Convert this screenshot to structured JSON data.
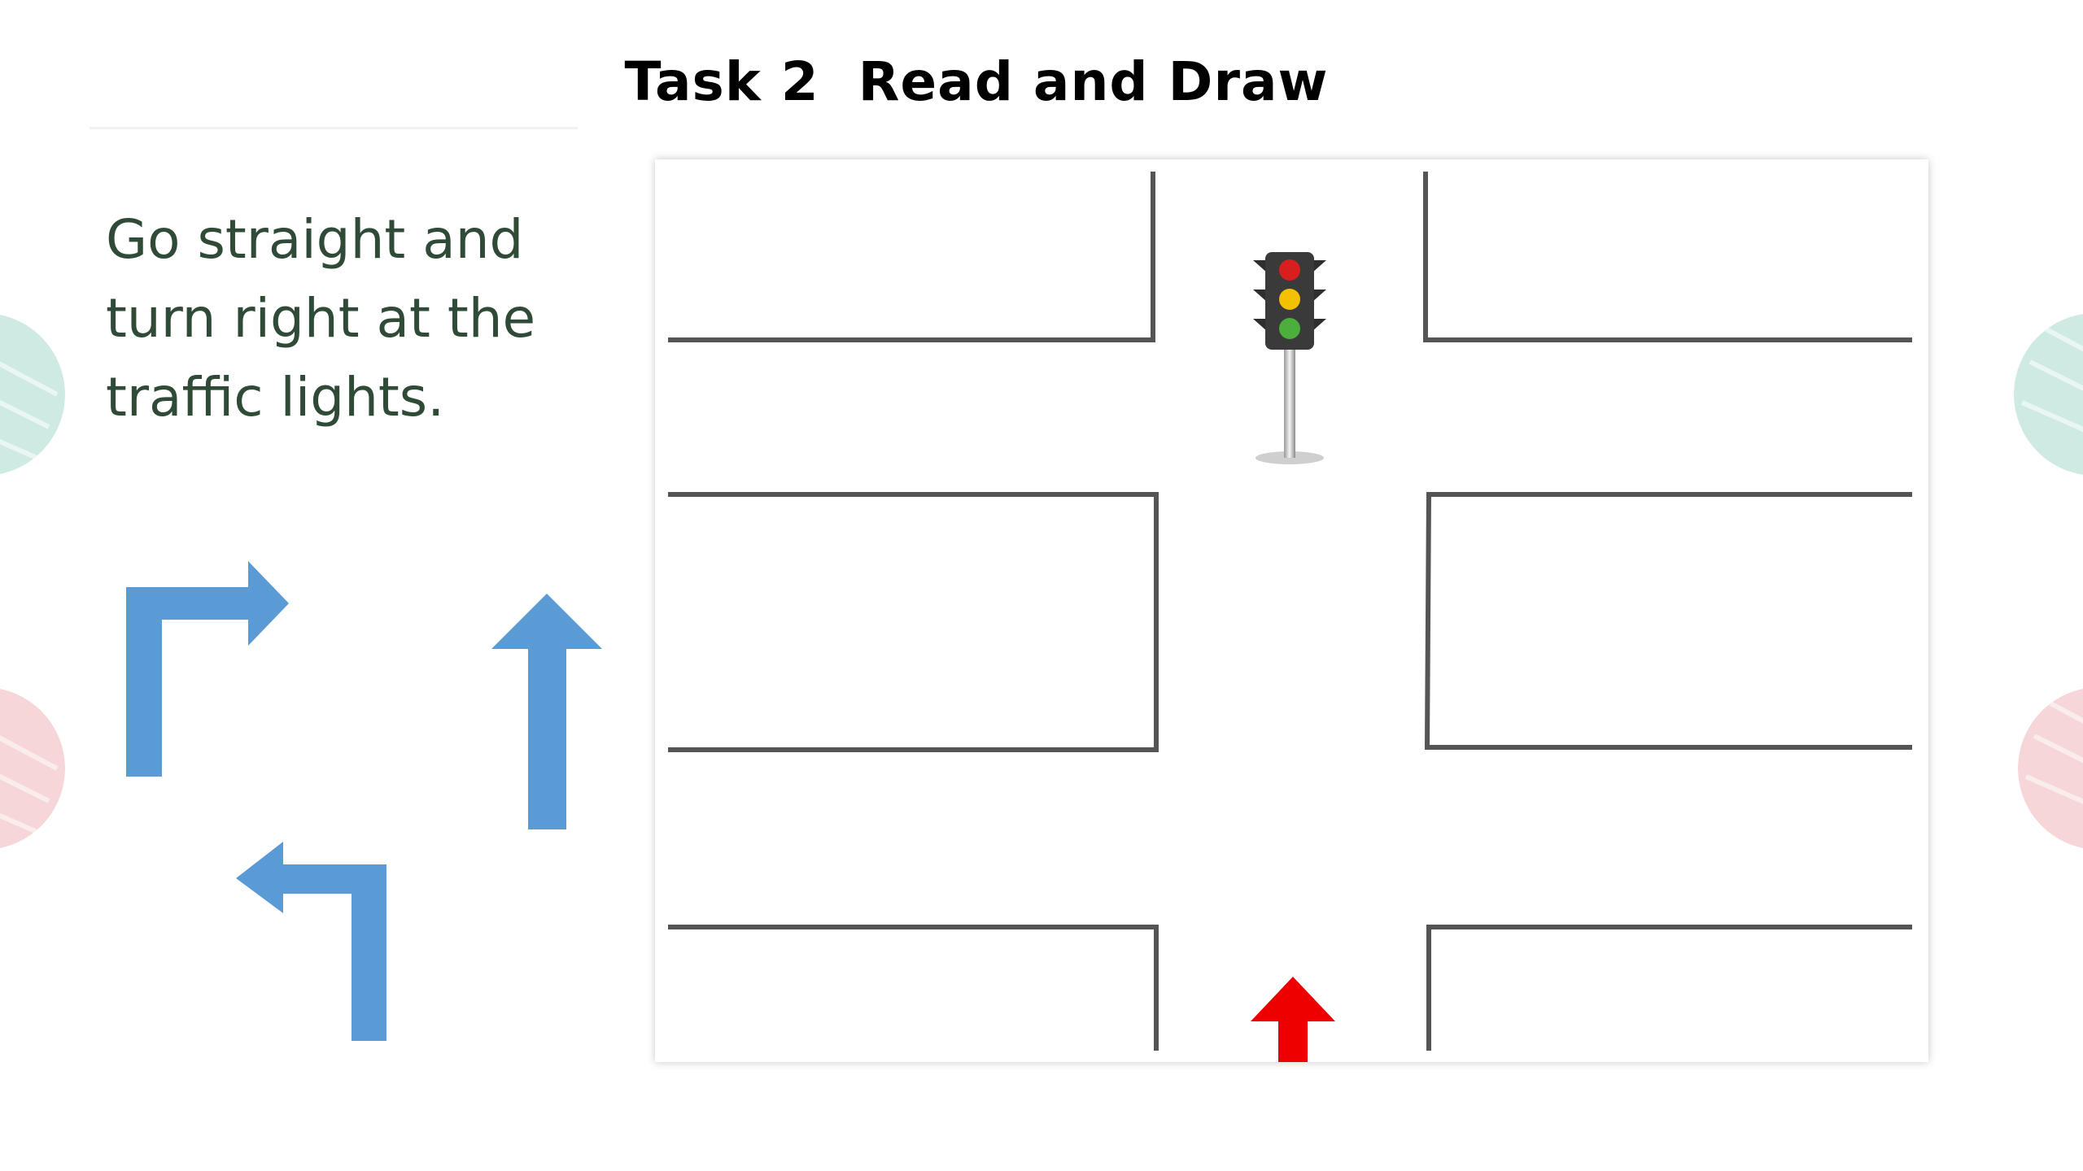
{
  "title": "Task 2  Read and Draw",
  "instruction": "Go straight and turn right at the traffic lights.",
  "colors": {
    "arrow_blue": "#5b9bd5",
    "start_arrow_red": "#ee0000",
    "road_edge": "#555555",
    "text": "#2f4a37"
  },
  "arrows": [
    "turn-right-arrow",
    "go-straight-arrow",
    "turn-left-arrow"
  ],
  "map": {
    "traffic_light": "traffic-light-icon",
    "start_marker": "start-arrow-icon"
  }
}
